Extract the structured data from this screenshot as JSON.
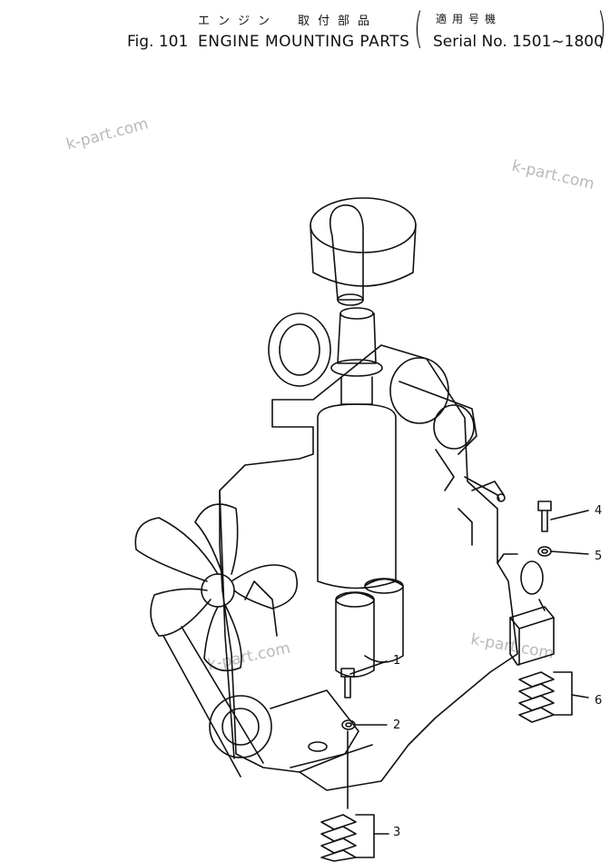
{
  "header": {
    "jp_title": "エンジン　取付部品",
    "jp_serial": "適用号機",
    "fig_number": "Fig. 101",
    "title": "ENGINE MOUNTING PARTS",
    "serial_range": "Serial No. 1501~1800",
    "paren_left": "(",
    "paren_right": ")"
  },
  "watermark": "k-part.com",
  "callouts": [
    "1",
    "2",
    "3",
    "4",
    "5",
    "6"
  ]
}
